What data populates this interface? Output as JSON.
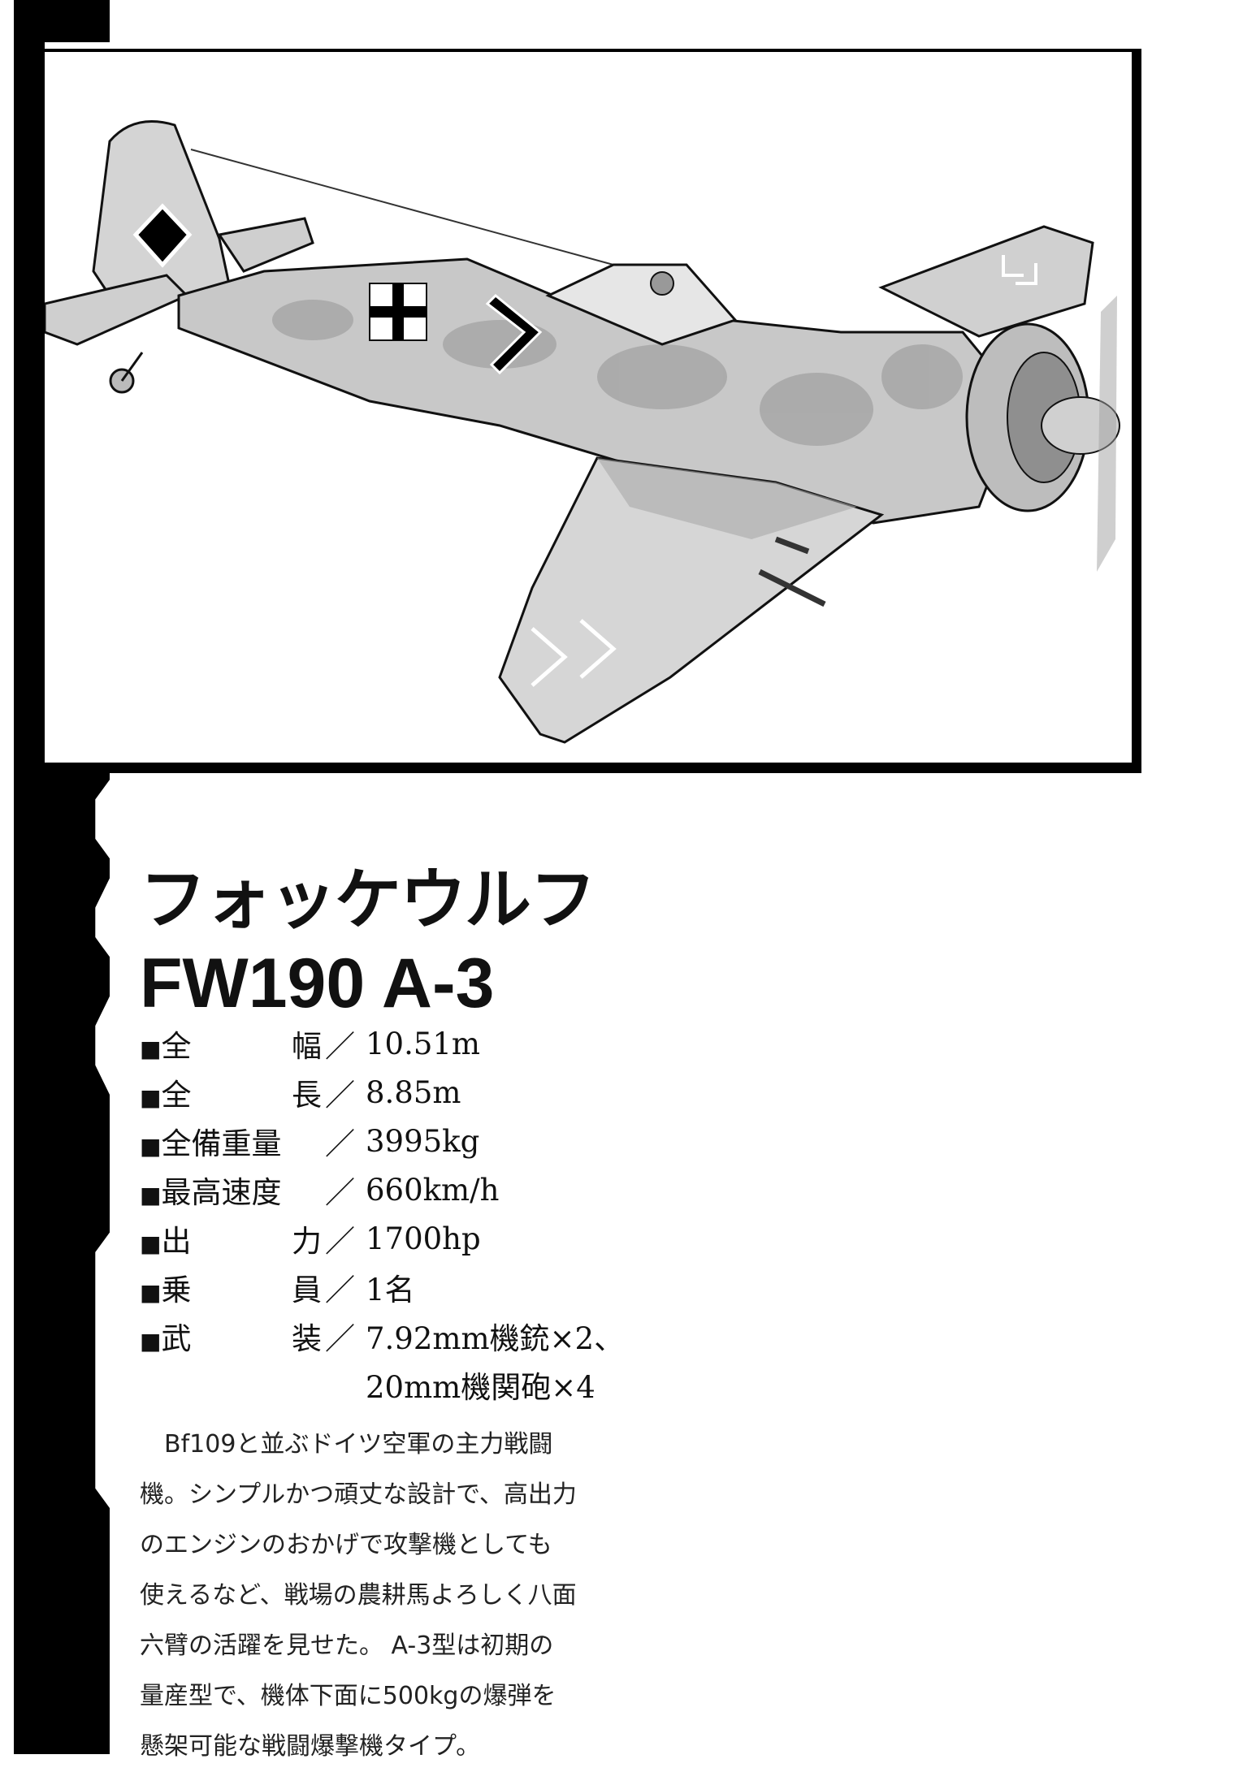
{
  "illustration": {
    "subject": "Focke-Wulf Fw 190 A-3 fighter aircraft drawing",
    "markings": [
      "balkenkreuz-fuselage",
      "balkenkreuz-wing",
      "chevron",
      "diamond-tail"
    ],
    "palette": {
      "camo_light": "#d9d9d9",
      "camo_dark": "#9a9a9a",
      "line": "#111111"
    }
  },
  "title": {
    "jp": "フォッケウルフ",
    "en": "FW190 A-3"
  },
  "specs": [
    {
      "bullet": "■",
      "label_a": "全",
      "label_b": "幅",
      "sep": "／",
      "value": "10.51m"
    },
    {
      "bullet": "■",
      "label_a": "全",
      "label_b": "長",
      "sep": "／",
      "value": "8.85m"
    },
    {
      "bullet": "■",
      "label_a": "全備重量",
      "label_b": "",
      "sep": "／",
      "value": "3995kg"
    },
    {
      "bullet": "■",
      "label_a": "最高速度",
      "label_b": "",
      "sep": "／",
      "value": "660km/h"
    },
    {
      "bullet": "■",
      "label_a": "出",
      "label_b": "力",
      "sep": "／",
      "value": "1700hp"
    },
    {
      "bullet": "■",
      "label_a": "乗",
      "label_b": "員",
      "sep": "／",
      "value": "1名"
    },
    {
      "bullet": "■",
      "label_a": "武",
      "label_b": "装",
      "sep": "／",
      "value": "7.92mm機銃×2、",
      "value_cont": "20mm機関砲×4"
    }
  ],
  "description": [
    "　Bf109と並ぶドイツ空軍の主力戦闘",
    "機。シンプルかつ頑丈な設計で、高出力",
    "のエンジンのおかげで攻撃機としても",
    "使えるなど、戦場の農耕馬よろしく八面",
    "六臂の活躍を見せた。 A-3型は初期の",
    "量産型で、機体下面に500kgの爆弾を",
    "懸架可能な戦闘爆撃機タイプ。"
  ]
}
